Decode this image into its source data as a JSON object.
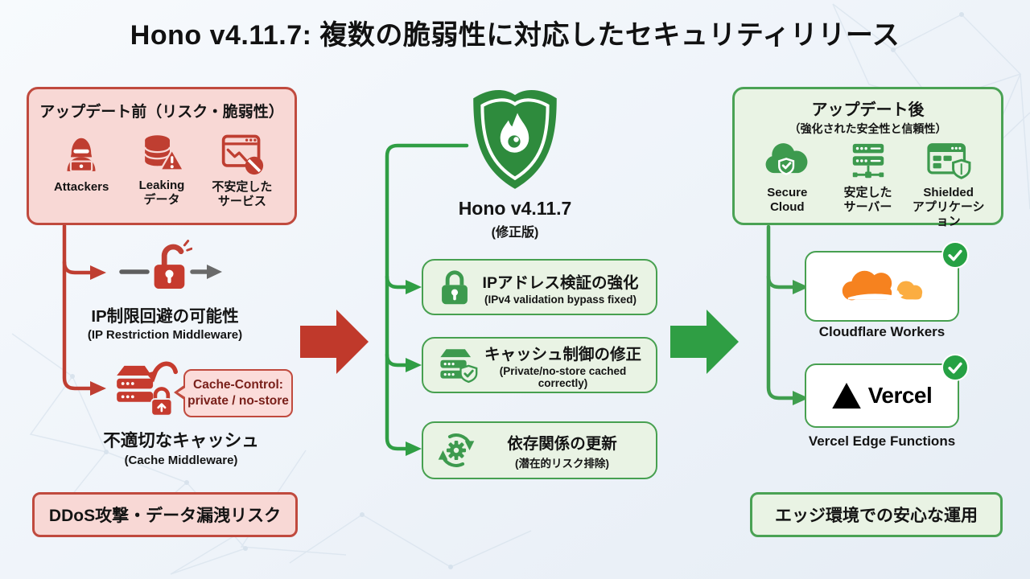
{
  "title": "Hono v4.11.7: 複数の脆弱性に対応したセキュリティリリース",
  "before": {
    "title": "アップデート前（リスク・脆弱性）",
    "items": [
      {
        "line1": "Attackers",
        "line2": ""
      },
      {
        "line1": "Leaking",
        "line2": "データ"
      },
      {
        "line1": "不安定した",
        "line2": "サービス"
      }
    ],
    "risk_ip": {
      "title": "IP制限回避の可能性",
      "subtitle": "(IP Restriction Middleware)"
    },
    "risk_cache": {
      "bubble_line1": "Cache-Control:",
      "bubble_line2": "private / no-store",
      "title": "不適切なキャッシュ",
      "subtitle": "(Cache Middleware)"
    },
    "footer": "DDoS攻撃・データ漏洩リスク"
  },
  "center": {
    "version": "Hono v4.11.7",
    "version_note": "(修正版)",
    "fixes": [
      {
        "title": "IPアドレス検証の強化",
        "subtitle": "(IPv4 validation bypass fixed)",
        "icon": "lock-icon"
      },
      {
        "title": "キャッシュ制御の修正",
        "subtitle": "(Private/no-store cached correctly)",
        "icon": "server-check-icon"
      },
      {
        "title": "依存関係の更新",
        "subtitle": "(潜在的リスク排除)",
        "icon": "dependency-sync-icon"
      }
    ]
  },
  "after": {
    "title": "アップデート後",
    "subtitle": "（強化された安全性と信頼性）",
    "items": [
      {
        "line1": "Secure",
        "line2": "Cloud"
      },
      {
        "line1": "安定した",
        "line2": "サーバー"
      },
      {
        "line1": "Shielded",
        "line2": "アプリケーション"
      }
    ],
    "platforms": [
      {
        "label": "Cloudflare Workers"
      },
      {
        "label": "Vercel Edge Functions",
        "wordmark": "Vercel"
      }
    ],
    "footer": "エッジ環境での安心な運用"
  },
  "colors": {
    "red": "#bf3e31",
    "red_border": "#c04a3e",
    "red_fill": "#f8d8d5",
    "green": "#2f9e44",
    "green_border": "#4aa254",
    "green_fill": "#e9f3e4",
    "shield_green": "#2e8b3d",
    "badge_green": "#26a144",
    "cloudflare_orange": "#f6821f",
    "cloudflare_light": "#fbad41",
    "gray_arrow": "#666666"
  }
}
